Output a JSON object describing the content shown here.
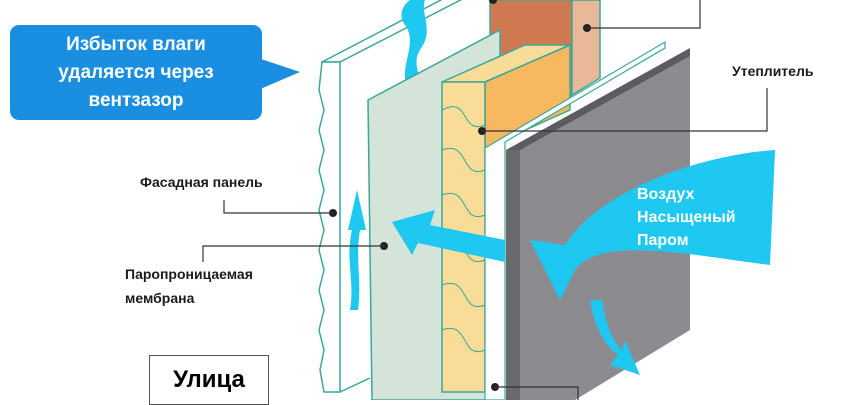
{
  "bubble": {
    "line1": "Избыток влаги",
    "line2": "удаляется через",
    "line3": "вентзазор"
  },
  "labels": {
    "insulation": "Утеплитель",
    "facade_panel": "Фасадная панель",
    "membrane_line1": "Паропроницаемая",
    "membrane_line2": "мембрана",
    "street": "Улица"
  },
  "air": {
    "line1": "Воздух",
    "line2": "Насыщеный",
    "line3": "Паром"
  },
  "colors": {
    "bubble": "#1a8ee0",
    "arrow": "#1ec8f0",
    "outline": "#3aa89a",
    "insulation": "#f8dc98",
    "brick": "#d07850",
    "panel": "#8c8c90"
  }
}
